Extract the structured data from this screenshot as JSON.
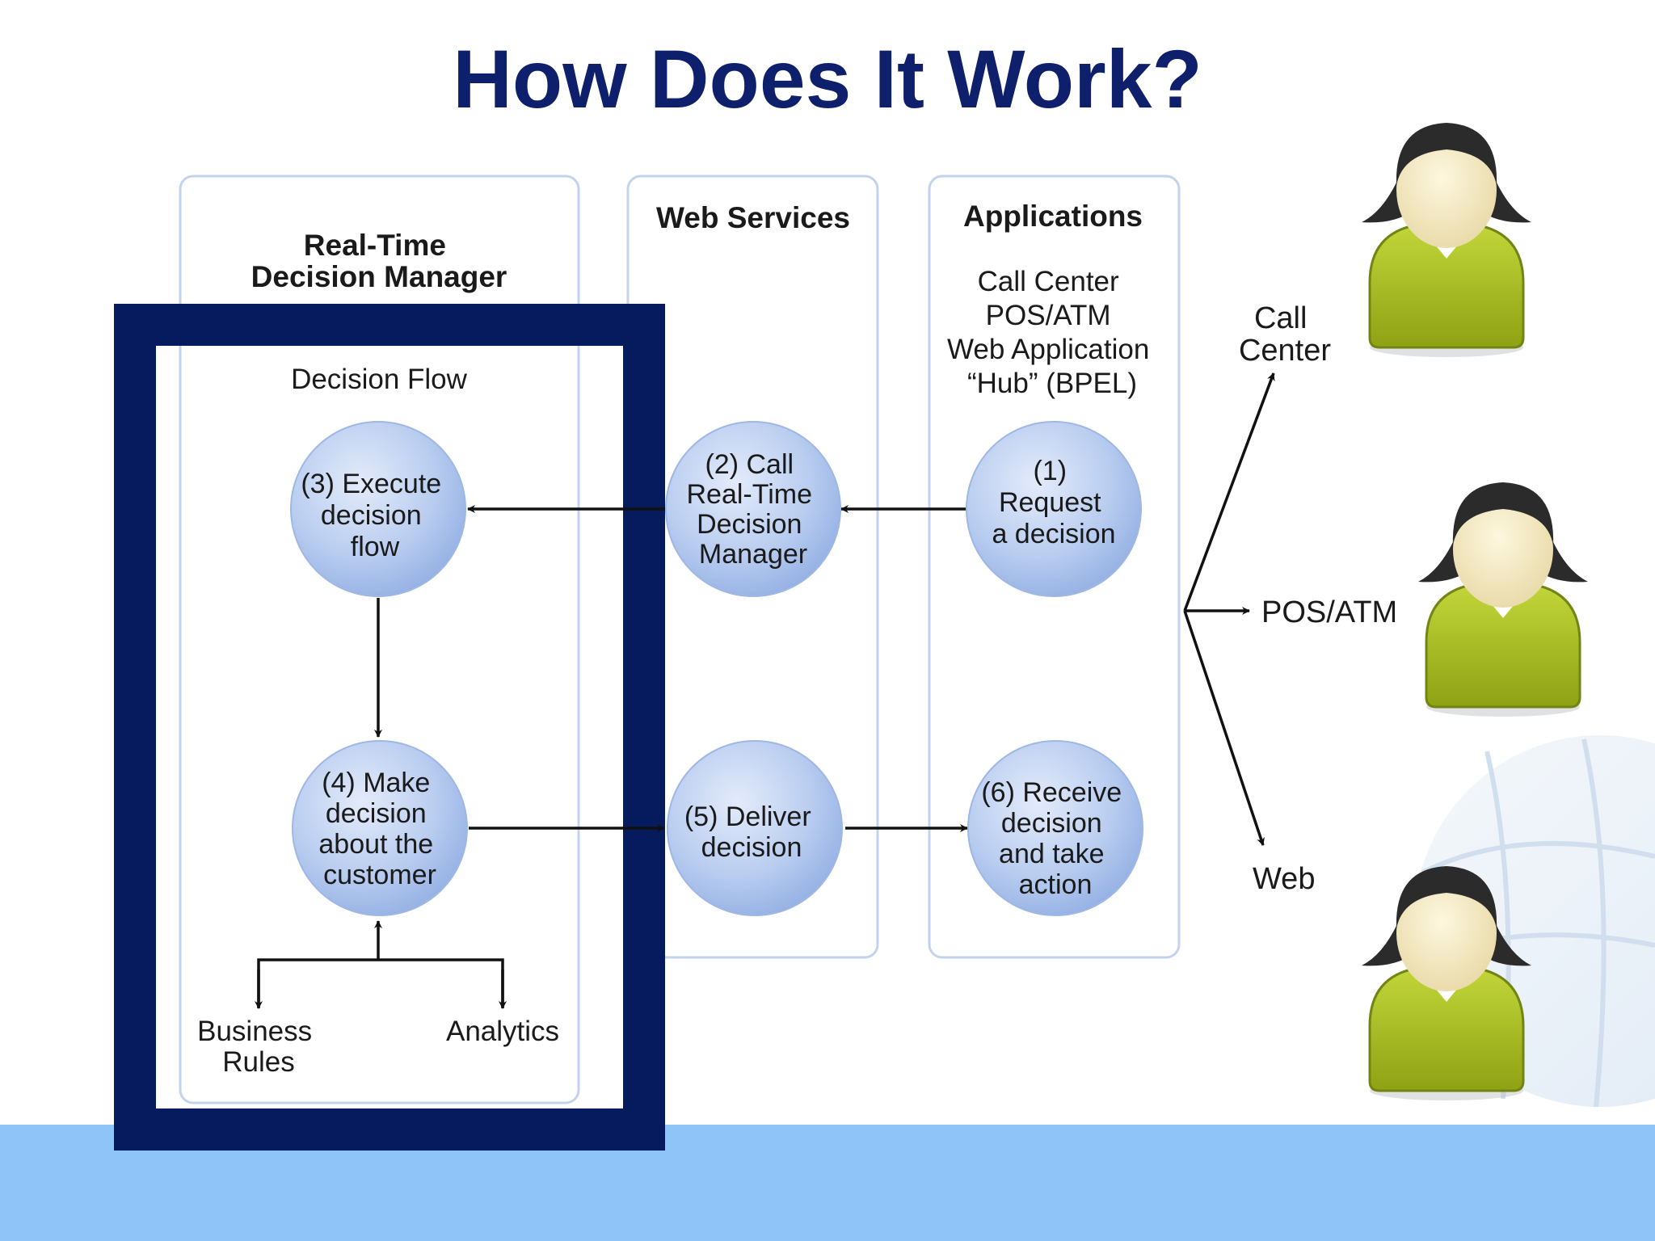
{
  "title": "How Does It Work?",
  "columns": {
    "rtdm": {
      "header": [
        "Real-Time",
        "Decision Manager"
      ],
      "sub": "Decision Flow"
    },
    "web": {
      "header": [
        "Web Services"
      ]
    },
    "apps": {
      "header": [
        "Applications"
      ],
      "list": [
        "Call Center",
        "POS/ATM",
        "Web Application",
        "“Hub” (BPEL)"
      ]
    }
  },
  "steps": {
    "s1": [
      "(1)",
      "Request",
      "a decision"
    ],
    "s2": [
      "(2) Call",
      "Real-Time",
      "Decision",
      "Manager"
    ],
    "s3": [
      "(3) Execute",
      "decision",
      "flow"
    ],
    "s4": [
      "(4) Make",
      "decision",
      "about the",
      "customer"
    ],
    "s5": [
      "(5) Deliver",
      "decision"
    ],
    "s6": [
      "(6) Receive",
      "decision",
      "and take",
      "action"
    ]
  },
  "sources": {
    "business_rules": [
      "Business",
      "Rules"
    ],
    "analytics": [
      "Analytics"
    ]
  },
  "channels": {
    "call_center": [
      "Call",
      "Center"
    ],
    "pos_atm": [
      "POS/ATM"
    ],
    "web": [
      "Web"
    ]
  },
  "colors": {
    "title": "#0e1f6b",
    "frame": "#061b5e",
    "band": "#8ec4f7",
    "circle": "#a9c2ec",
    "panel_border": "#c3d3ec",
    "person_body": "#a6bd1c",
    "person_hair": "#2b2b2b",
    "person_face": "#f7ecc4"
  }
}
